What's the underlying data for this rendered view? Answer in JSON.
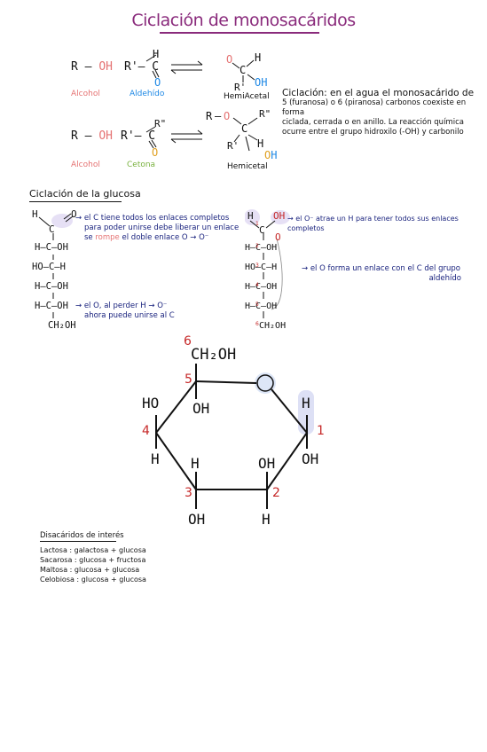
{
  "title": "Ciclación de monosacáridos",
  "colors": {
    "title": "#8a2b7c",
    "alcohol": "#e57373",
    "aldehido": "#1e88e5",
    "cetona": "#7cb342",
    "red": "#c62828",
    "note": "#1a237e",
    "oh_highlight": "#1e88e5"
  },
  "reactions": {
    "row1": {
      "alcohol": "R – OH",
      "alcohol_label": "Alcohol",
      "carbonyl_r": "R'– C",
      "aldehido_label": "Aldehído",
      "product_label": "HemiAcetal"
    },
    "row2": {
      "alcohol": "R – OH",
      "alcohol_label": "Alcohol",
      "carbonyl_r": "R'– C",
      "cetona_label": "Cetona",
      "product_label": "Hemicetal"
    },
    "atoms": {
      "O": "O",
      "H": "H",
      "OH": "OH",
      "C": "C",
      "R": "R",
      "R1": "R'",
      "R2": "R\""
    }
  },
  "definition": {
    "line1": "Ciclación: en el agua el monosacárido de",
    "line2": "5 (furanosa) o 6 (piranosa) carbonos coexiste en forma",
    "line3": "ciclada, cerrada o en anillo. La reacción química",
    "line4": "ocurre entre el grupo hidroxilo (-OH) y carbonilo"
  },
  "glucose_section": {
    "title": "Ciclación de la glucosa",
    "chain_rows": [
      "H–C–OH",
      "HO–C–H",
      "H–C–OH",
      "H–C–OH",
      "CH₂OH"
    ],
    "note1_line1": "el C tiene todos los enlaces completos",
    "note1_line2": "para poder unirse debe liberar un enlace",
    "note1_line3a": "se",
    "note1_rompe": "rompe",
    "note1_line3b": "el doble enlace  O → O⁻",
    "note2_line1": "el O, al perder H → O⁻",
    "note2_line2": "ahora puede unirse al C",
    "note3": "el O⁻ atrae un H para tener todos sus enlaces completos",
    "note4_line1": "el O forma un enlace con el C del grupo",
    "note4_line2": "aldehído",
    "numbers": [
      "1",
      "2",
      "3",
      "4",
      "5",
      "6"
    ]
  },
  "ring": {
    "top": "CH₂OH",
    "labels": [
      "HO",
      "H",
      "OH",
      "H",
      "OH",
      "H",
      "OH",
      "H",
      "OH"
    ]
  },
  "disaccharides": {
    "title": "Disacáridos de interés",
    "items": [
      "Lactosa : galactosa + glucosa",
      "Sacarosa : glucosa + fructosa",
      "Maltosa : glucosa + glucosa",
      "Celobiosa : glucosa + glucosa"
    ]
  }
}
